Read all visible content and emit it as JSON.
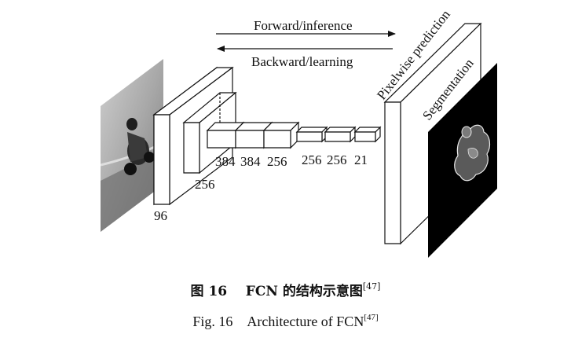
{
  "arrows": {
    "forward_label": "Forward/inference",
    "backward_label": "Backward/learning"
  },
  "output": {
    "prediction_label": "Pixelwise prediction",
    "segmentation_label": "Segmentation"
  },
  "layers": {
    "conv1": "96",
    "conv2": "256",
    "conv3": "384",
    "conv4": "384",
    "conv5": "256",
    "fc6": "256",
    "fc7": "256",
    "score": "21"
  },
  "caption": {
    "zh_prefix": "图 16",
    "zh_text": "FCN 的结构示意图",
    "en_prefix": "Fig. 16",
    "en_text": "Architecture of FCN",
    "ref": "[47]"
  }
}
